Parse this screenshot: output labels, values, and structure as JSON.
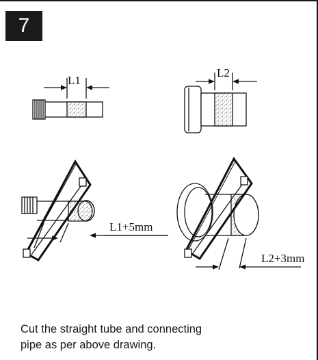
{
  "step": {
    "number": "7"
  },
  "labels": {
    "l1": "L1",
    "l2": "L2",
    "l1_cut": "L1+5mm",
    "l2_cut": "L2+3mm"
  },
  "caption": {
    "line1": "Cut the straight tube and connecting",
    "line2": "pipe as per above drawing."
  }
}
